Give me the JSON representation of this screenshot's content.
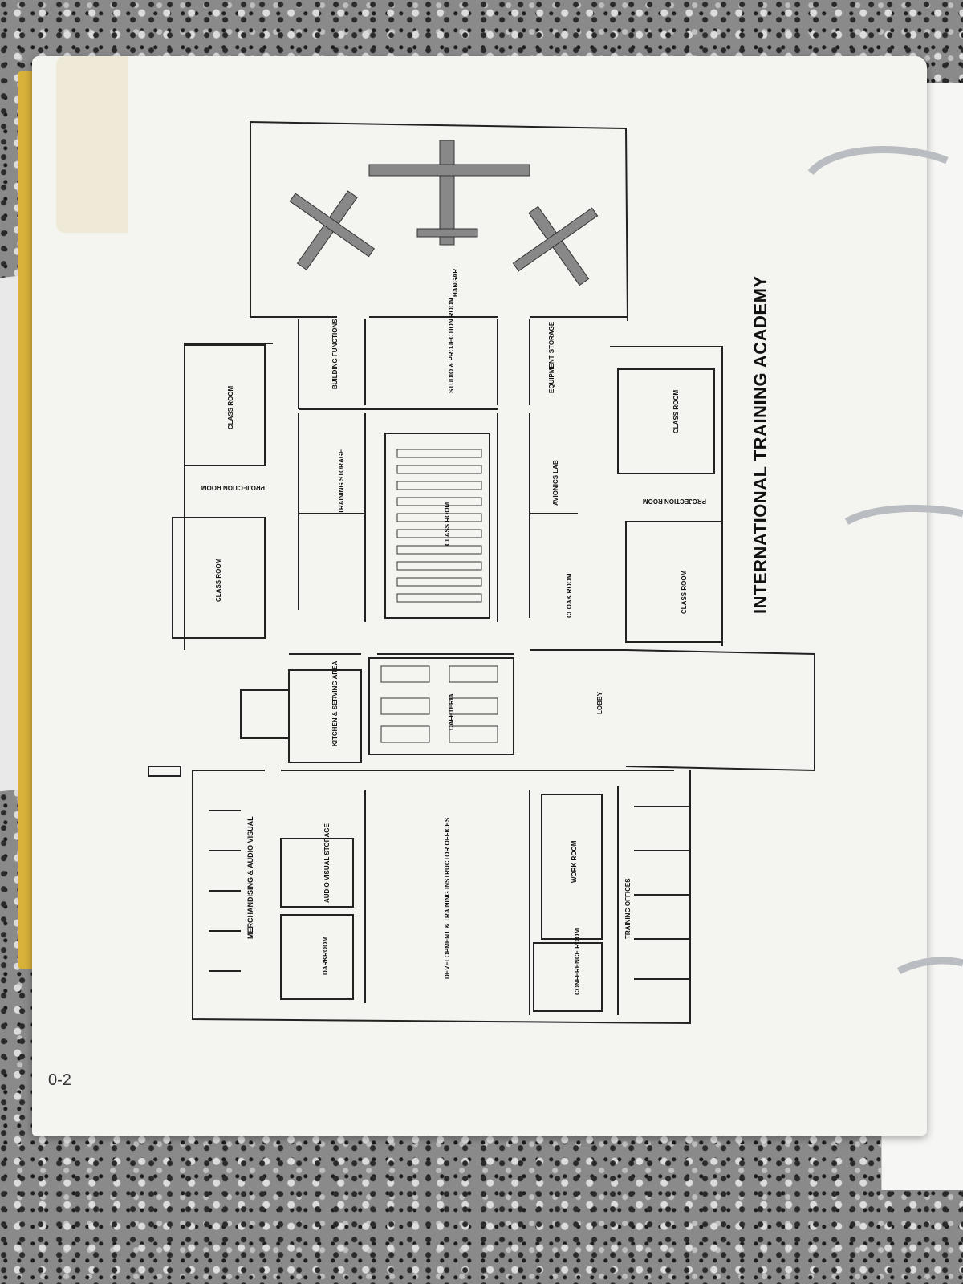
{
  "document": {
    "title": "INTERNATIONAL TRAINING ACADEMY",
    "page_number": "0-2"
  },
  "rooms": {
    "hangar": "HANGAR",
    "building_functions": "BUILDING FUNCTIONS",
    "studio_projection": "STUDIO & PROJECTION ROOM",
    "equipment_storage": "EQUIPMENT STORAGE",
    "class_room": "CLASS ROOM",
    "projection_room": "PROJECTION ROOM",
    "training_storage": "TRAINING STORAGE",
    "avionics_lab": "AVIONICS LAB",
    "cloak_room": "CLOAK ROOM",
    "kitchen": "KITCHEN & SERVING AREA",
    "cafeteria": "CAFETERIA",
    "lobby": "LOBBY",
    "merchandising": "MERCHANDISING & AUDIO VISUAL",
    "av_storage": "AUDIO VISUAL STORAGE",
    "darkroom": "DARKROOM",
    "dev_offices": "DEVELOPMENT & TRAINING INSTRUCTOR OFFICES",
    "work_room": "WORK ROOM",
    "conference_room": "CONFERENCE ROOM",
    "training_offices": "TRAINING OFFICES"
  },
  "colors": {
    "ink": "#222222",
    "paper": "#f4f4f1",
    "binder_yellow": "#d9b23a",
    "ring": "#b9bcc0"
  }
}
